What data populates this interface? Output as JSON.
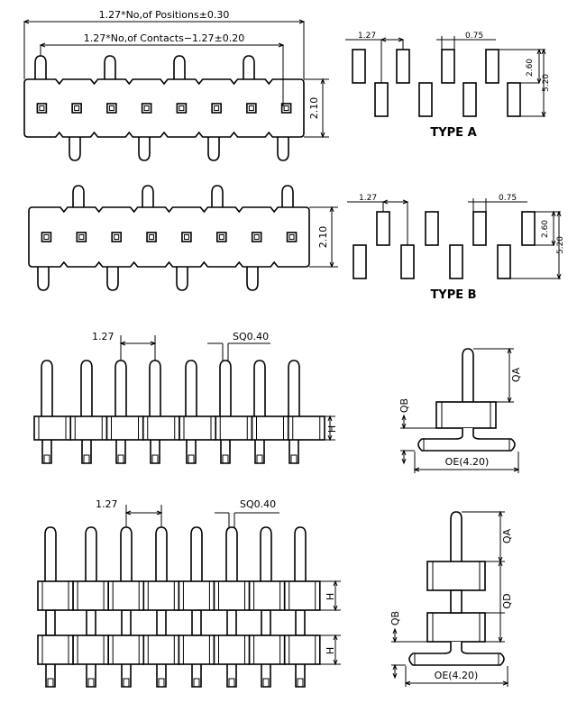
{
  "front_view_a": {
    "overall_dim": "1.27*No,of  Positions±0.30",
    "contacts_dim": "1.27*No,of  Contacts−1.27±0.20",
    "height_dim": "2.10"
  },
  "front_view_b": {
    "height_dim": "2.10"
  },
  "type_a": {
    "label": "TYPE A",
    "pitch": "1.27",
    "width": "0.75",
    "row_offset": "2.60",
    "total": "5.20"
  },
  "type_b": {
    "label": "TYPE B",
    "pitch": "1.27",
    "width": "0.75",
    "row_offset": "2.60",
    "total": "5.20"
  },
  "single_row": {
    "pitch": "1.27",
    "square": "SQ0.40",
    "h": "H"
  },
  "double_row": {
    "pitch": "1.27",
    "square": "SQ0.40",
    "h1": "H",
    "h2": "H"
  },
  "side_single": {
    "qa": "QA",
    "qb": "QB",
    "oe": "OE(4.20)"
  },
  "side_double": {
    "qa": "QA",
    "qd": "QD",
    "qb": "QB",
    "oe": "OE(4.20)"
  }
}
